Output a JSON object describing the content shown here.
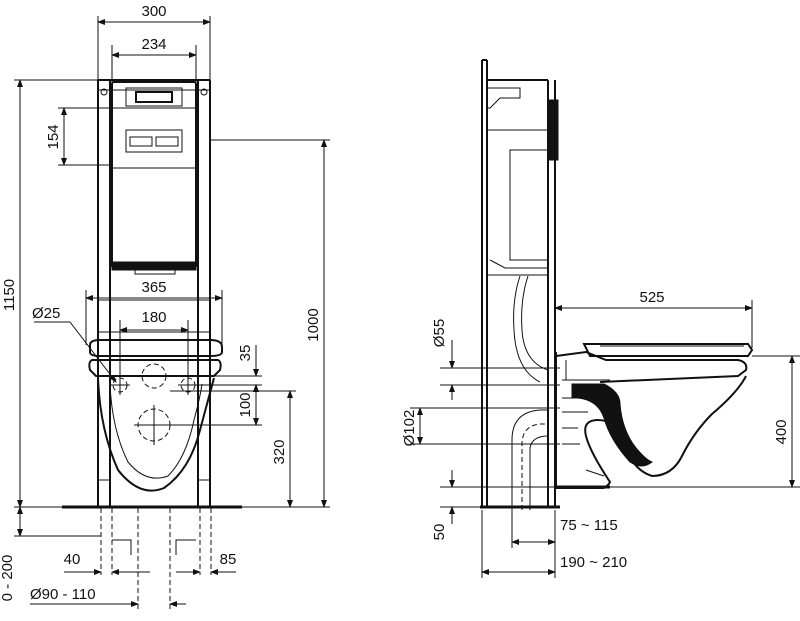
{
  "front_view": {
    "dims": {
      "frame_width": "300",
      "inner_width": "234",
      "button_height": "154",
      "total_height": "1150",
      "bracket_width": "365",
      "bolt_hole": "Ø25",
      "bolt_spacing": "180",
      "bolt_offset": "35",
      "pipe_offset": "100",
      "bowl_height": "320",
      "frame_height": "1000",
      "foot_left": "40",
      "foot_right": "85",
      "drain_diameter": "Ø90 - 110",
      "drain_height": "0 - 200"
    }
  },
  "side_view": {
    "dims": {
      "inlet_diameter": "Ø55",
      "bowl_depth": "525",
      "outlet_diameter": "Ø102",
      "seat_height": "400",
      "floor_offset": "50",
      "outlet_projection": "75 ~ 115",
      "total_projection": "190 ~ 210"
    }
  }
}
